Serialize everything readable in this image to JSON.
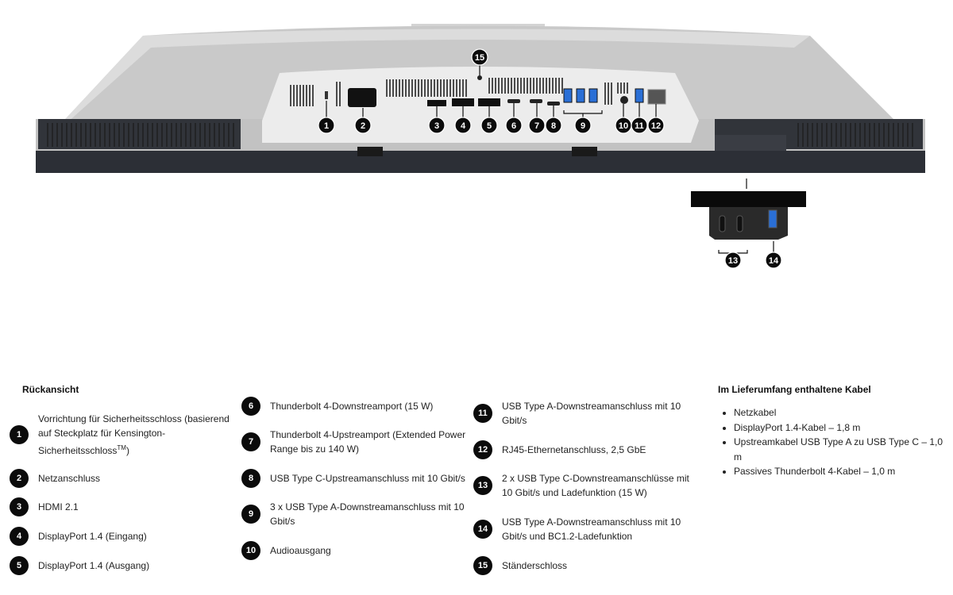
{
  "diagram": {
    "callouts": [
      "1",
      "2",
      "3",
      "4",
      "5",
      "6",
      "7",
      "8",
      "9",
      "10",
      "11",
      "12",
      "13",
      "14",
      "15"
    ]
  },
  "legend": {
    "heading": "Rückansicht",
    "items": [
      {
        "num": "1",
        "text": "Vorrichtung für Sicherheitsschloss (basierend auf Steckplatz für Kensington-Sicherheitsschloss",
        "sup": "TM",
        "tail": ")"
      },
      {
        "num": "2",
        "text": "Netzanschluss"
      },
      {
        "num": "3",
        "text": "HDMI 2.1"
      },
      {
        "num": "4",
        "text": "DisplayPort 1.4 (Eingang)"
      },
      {
        "num": "5",
        "text": "DisplayPort 1.4 (Ausgang)"
      },
      {
        "num": "6",
        "text": "Thunderbolt 4-Downstreamport (15 W)"
      },
      {
        "num": "7",
        "text": "Thunderbolt 4-Upstreamport (Extended Power Range bis zu 140 W)"
      },
      {
        "num": "8",
        "text": "USB Type C-Upstreamanschluss mit 10 Gbit/s"
      },
      {
        "num": "9",
        "text": "3 x USB Type A-Downstreamanschluss mit 10 Gbit/s"
      },
      {
        "num": "10",
        "text": "Audioausgang"
      },
      {
        "num": "11",
        "text": "USB Type A-Downstreamanschluss mit 10 Gbit/s"
      },
      {
        "num": "12",
        "text": "RJ45-Ethernetanschluss, 2,5 GbE"
      },
      {
        "num": "13",
        "text": "2 x USB Type C-Downstreamanschlüsse mit 10 Gbit/s und Ladefunktion (15 W)"
      },
      {
        "num": "14",
        "text": "USB Type A-Downstreamanschluss mit 10 Gbit/s und BC1.2-Ladefunktion"
      },
      {
        "num": "15",
        "text": "Ständerschloss"
      }
    ]
  },
  "cables": {
    "heading": "Im Lieferumfang enthaltene Kabel",
    "items": [
      "Netzkabel",
      "DisplayPort 1.4-Kabel – 1,8 m",
      "Upstreamkabel USB Type A zu USB Type C – 1,0 m",
      "Passives Thunderbolt 4-Kabel – 1,0 m"
    ]
  }
}
